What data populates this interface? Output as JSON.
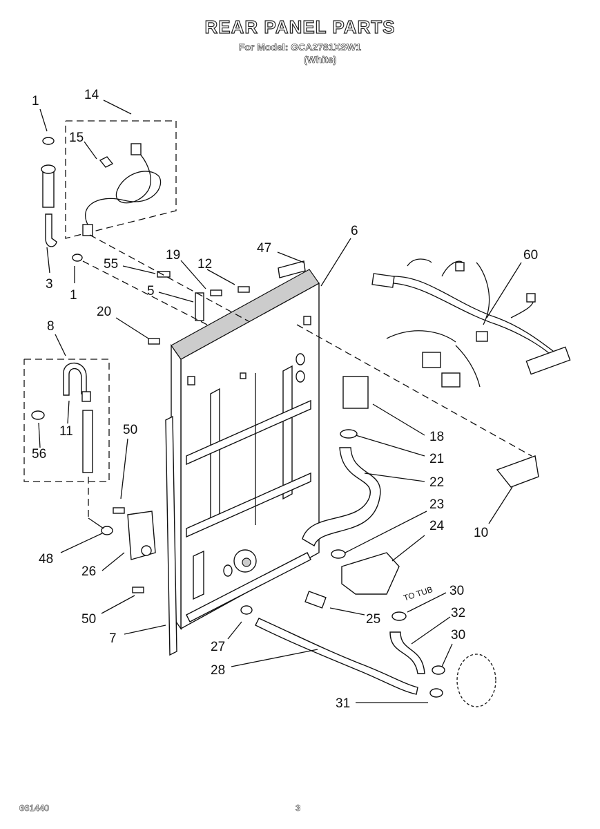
{
  "header": {
    "title": "REAR PANEL PARTS",
    "model_line": "For Model: GCA2781XSW1",
    "color_line": "(White)"
  },
  "footer": {
    "doc_number": "661440",
    "page_number": "3"
  },
  "annotation": {
    "to_tub": "TO TUB"
  },
  "callouts": {
    "c1a": "1",
    "c14": "14",
    "c15": "15",
    "c3": "3",
    "c1b": "1",
    "c55": "55",
    "c19": "19",
    "c12": "12",
    "c47": "47",
    "c6": "6",
    "c60": "60",
    "c5": "5",
    "c20": "20",
    "c8": "8",
    "c11": "11",
    "c56": "56",
    "c50a": "50",
    "c18": "18",
    "c21": "21",
    "c22": "22",
    "c10": "10",
    "c23": "23",
    "c24": "24",
    "c48": "48",
    "c26": "26",
    "c30a": "30",
    "c32": "32",
    "c30b": "30",
    "c50b": "50",
    "c25": "25",
    "c7": "7",
    "c27": "27",
    "c28": "28",
    "c31": "31"
  }
}
